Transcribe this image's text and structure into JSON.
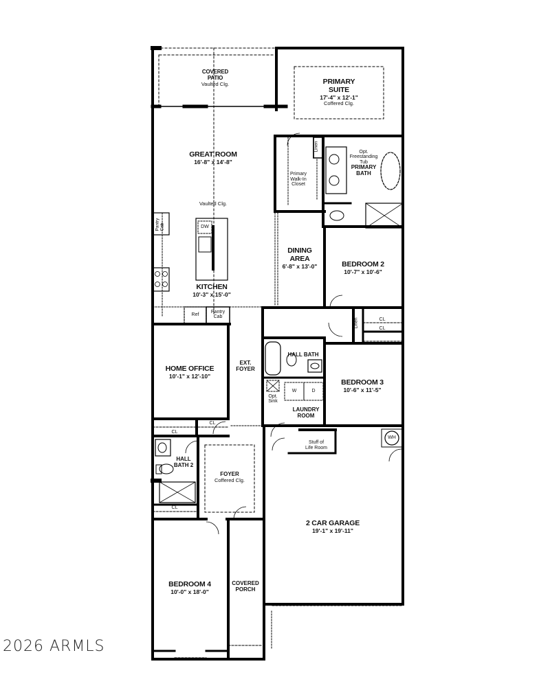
{
  "plan": {
    "rooms": [
      {
        "id": "covered-patio",
        "name": "COVERED\nPATIO",
        "dims": "",
        "note": "Vaulted Clg."
      },
      {
        "id": "primary-suite",
        "name": "PRIMARY\nSUITE",
        "dims": "17'-4\" x 12'-1\"",
        "note": "Coffered Clg."
      },
      {
        "id": "great-room",
        "name": "GREAT ROOM",
        "dims": "16'-8\" x 14'-8\"",
        "note": "Vaulted Clg."
      },
      {
        "id": "primary-walk-in-closet",
        "name": "Primary\nWalk-In\nCloset",
        "dims": "",
        "note": ""
      },
      {
        "id": "primary-bath",
        "name": "PRIMARY\nBATH",
        "dims": "",
        "note": "Opt.\nFreestanding\nTub"
      },
      {
        "id": "kitchen",
        "name": "KITCHEN",
        "dims": "10'-3\" x 15'-0\"",
        "note": ""
      },
      {
        "id": "dining-area",
        "name": "DINING\nAREA",
        "dims": "6'-8\" x 13'-0\"",
        "note": ""
      },
      {
        "id": "bedroom-2",
        "name": "BEDROOM 2",
        "dims": "10'-7\" x 10'-6\"",
        "note": ""
      },
      {
        "id": "home-office",
        "name": "HOME OFFICE",
        "dims": "10'-1\" x 12'-10\"",
        "note": ""
      },
      {
        "id": "ext-foyer",
        "name": "EXT.\nFOYER",
        "dims": "",
        "note": ""
      },
      {
        "id": "hall-bath",
        "name": "HALL BATH",
        "dims": "",
        "note": ""
      },
      {
        "id": "bedroom-3",
        "name": "BEDROOM 3",
        "dims": "10'-6\" x 11'-5\"",
        "note": ""
      },
      {
        "id": "laundry-room",
        "name": "LAUNDRY\nROOM",
        "dims": "",
        "note": ""
      },
      {
        "id": "stuff-of-life-room",
        "name": "Stuff of\nLife Room",
        "dims": "",
        "note": ""
      },
      {
        "id": "hall-bath-2",
        "name": "HALL\nBATH 2",
        "dims": "",
        "note": ""
      },
      {
        "id": "foyer",
        "name": "FOYER",
        "dims": "",
        "note": "Coffered Clg."
      },
      {
        "id": "garage",
        "name": "2 CAR GARAGE",
        "dims": "19'-1\" x 19'-11\"",
        "note": ""
      },
      {
        "id": "bedroom-4",
        "name": "BEDROOM 4",
        "dims": "10'-0\" x 18'-0\"",
        "note": ""
      },
      {
        "id": "covered-porch",
        "name": "COVERED\nPORCH",
        "dims": "",
        "note": ""
      }
    ],
    "fixtures": {
      "linen_1": "Linen",
      "linen_2": "Linen",
      "pantry_cab_1": "Pantry\nCab",
      "pantry_cab_2": "Pantry\nCab",
      "ref": "Ref",
      "dw": "DW",
      "cl": "CL",
      "washer": "W",
      "dryer": "D",
      "opt_sink": "Opt.\nSink",
      "water_heater": "WH"
    }
  },
  "watermark": "2026 ARMLS"
}
